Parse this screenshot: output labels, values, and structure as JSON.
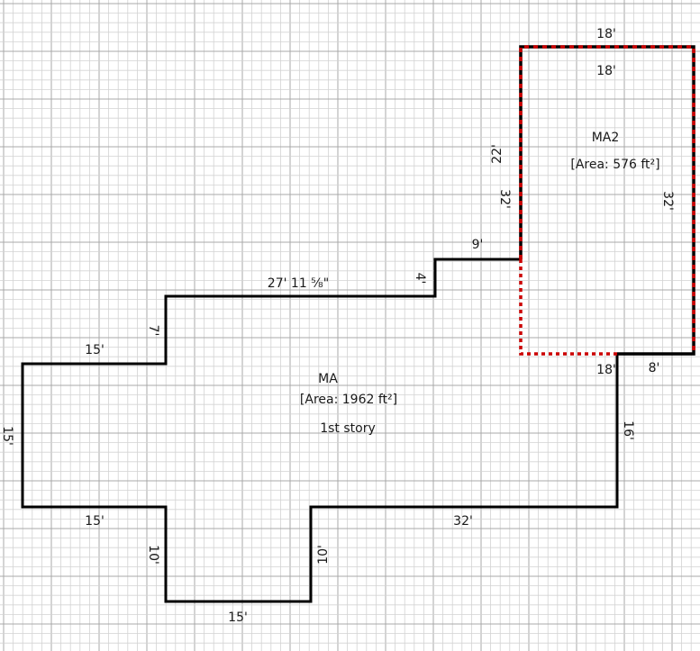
{
  "rooms": {
    "ma": {
      "name": "MA",
      "area": "[Area: 1962 ft²]",
      "story": "1st story"
    },
    "ma2": {
      "name": "MA2",
      "area": "[Area: 576 ft²]"
    }
  },
  "dimensions": {
    "left_side": "15'",
    "left_top": "15'",
    "left_bottom": "15'",
    "step_up_7": "7'",
    "top_long": "27' 11 ⅝\"",
    "step_up_4": "4'",
    "top_short": "9'",
    "ma2_inner_left_22": "22'",
    "ma2_inner_left_32": "32'",
    "ma2_top_outer": "18'",
    "ma2_top_inner": "18'",
    "ma2_right": "32'",
    "ma2_bottom_inner": "18'",
    "ma2_bottom_step": "8'",
    "right_side": "16'",
    "bottom_right": "32'",
    "notch_right": "10'",
    "notch_left": "10'",
    "notch_bottom": "15'"
  },
  "colors": {
    "grid_minor": "#d3d3d3",
    "grid_major": "#a9a9a9",
    "outline": "#000000",
    "ma2_outline": "#cc0000"
  }
}
